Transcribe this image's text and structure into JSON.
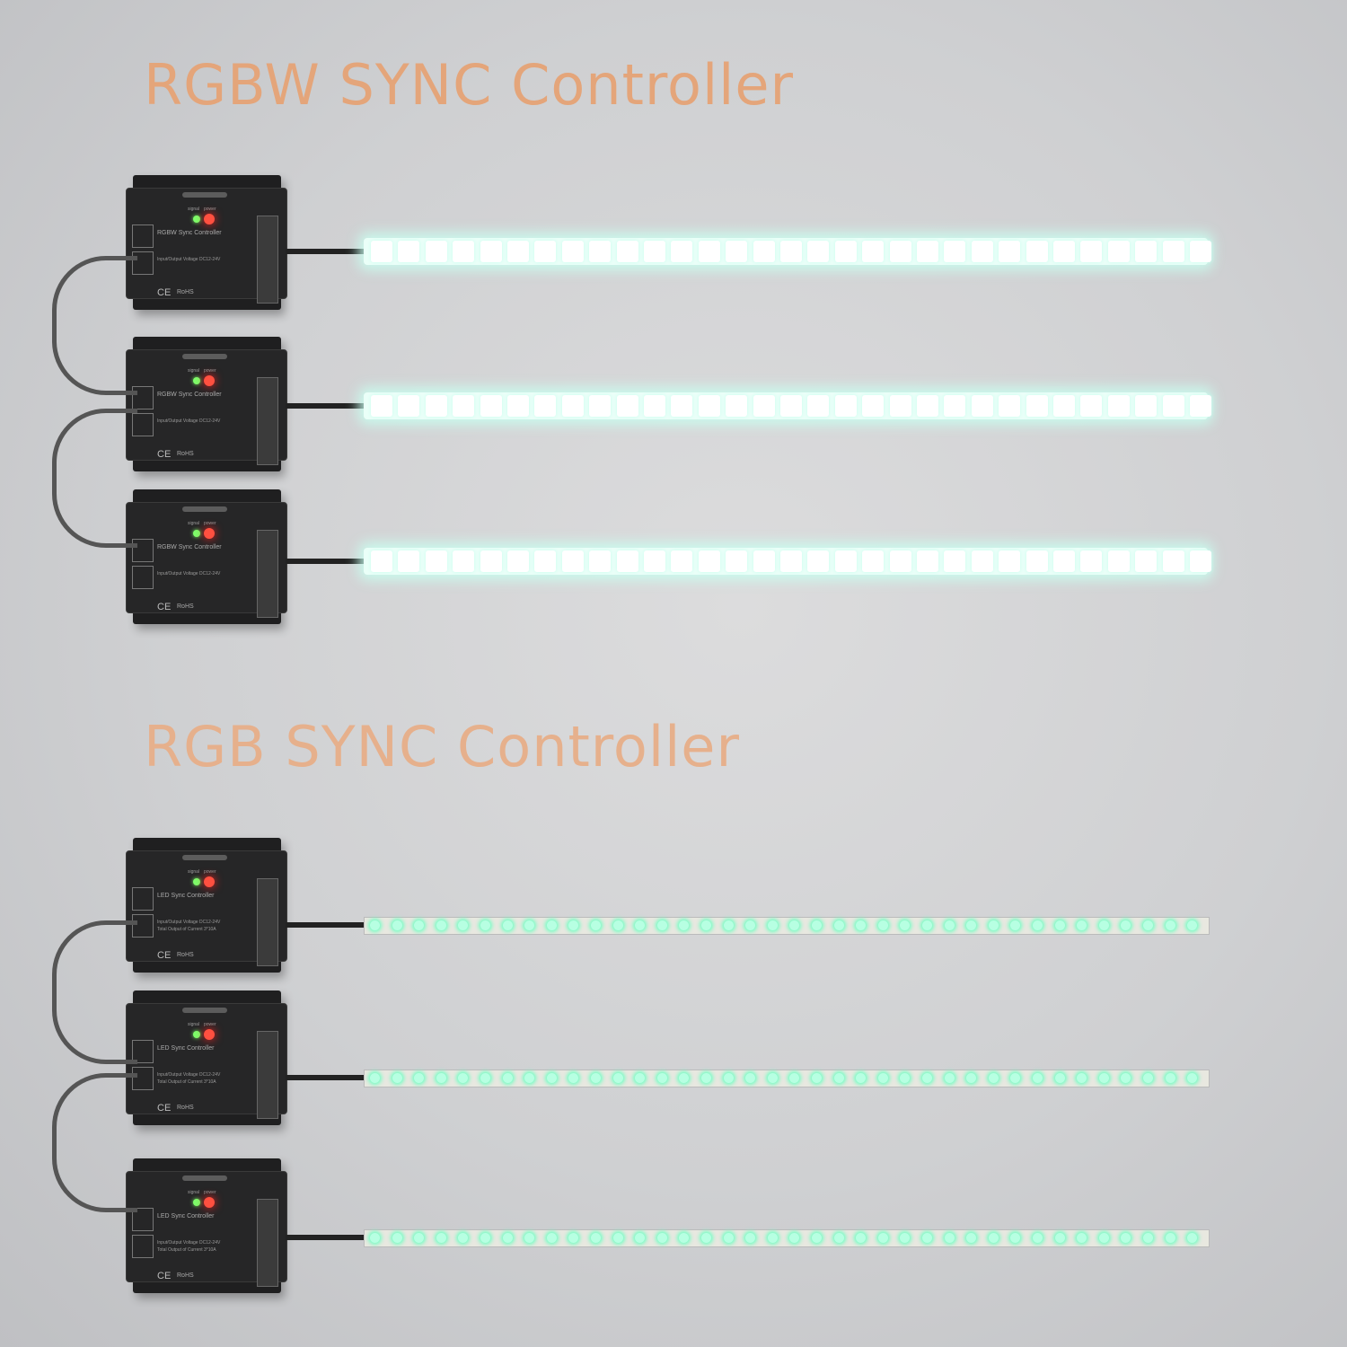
{
  "headings": {
    "rgbw": "RGBW SYNC Controller",
    "rgb": "RGB SYNC Controller"
  },
  "controllers": {
    "rgbw_name": "RGBW Sync Controller",
    "rgb_name": "LED Sync Controller",
    "signal_label": "signal",
    "power_label": "power",
    "voltage_text": "Input/Output Voltage DC12-24V",
    "current_text_rgb": "Total Output of Current 3*10A",
    "ce": "CE",
    "rohs": "RoHS"
  },
  "colors": {
    "heading": "#e4a57a",
    "strip_glow": "#b7ffe2",
    "power_led": "#ff5040",
    "signal_led": "#7dff6a"
  }
}
